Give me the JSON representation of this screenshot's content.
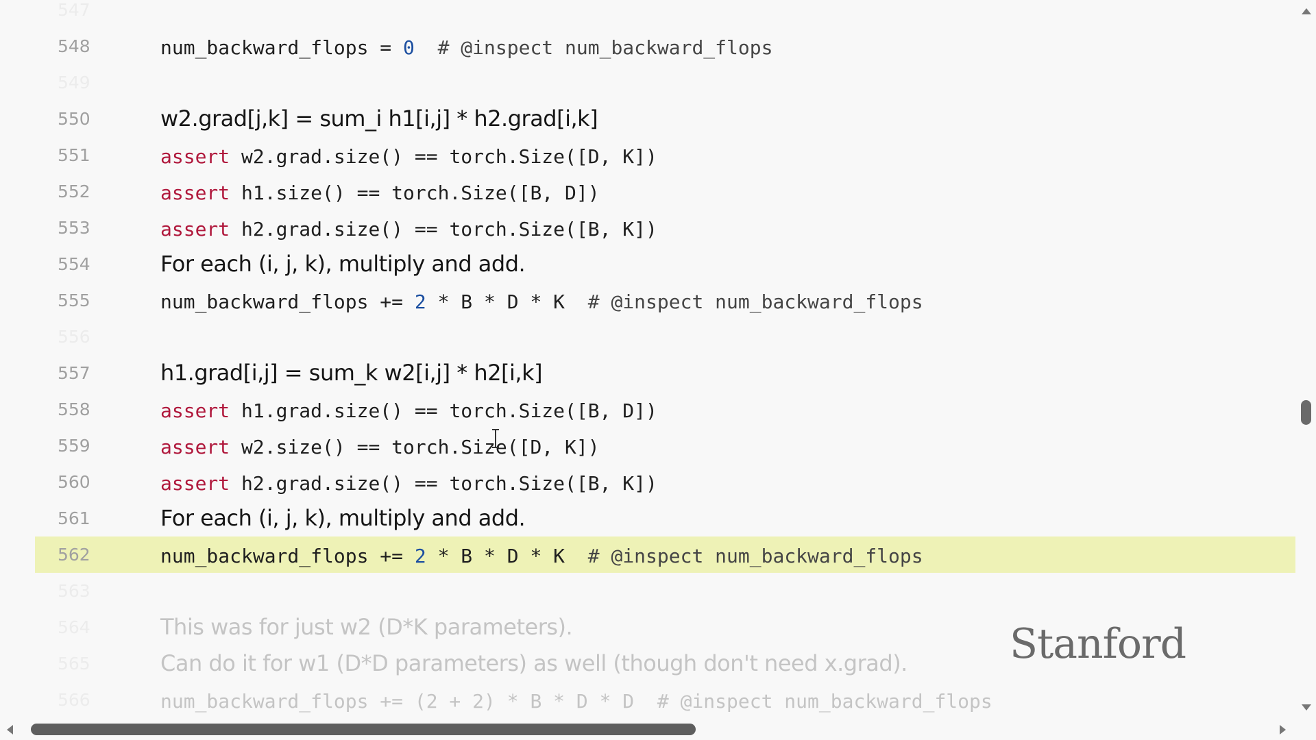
{
  "lines": [
    {
      "n": "547",
      "dim": true,
      "kind": "code",
      "text": ""
    },
    {
      "n": "548",
      "kind": "code",
      "segments": [
        {
          "t": "num_backward_flops = "
        },
        {
          "t": "0",
          "c": "num"
        },
        {
          "t": "  # @inspect num_backward_flops",
          "c": "cmt"
        }
      ]
    },
    {
      "n": "549",
      "dim": true,
      "kind": "code",
      "segments": []
    },
    {
      "n": "550",
      "kind": "prose",
      "segments": [
        {
          "t": "w2.grad[j,k] = sum_i h1[i,j] * h2.grad[i,k]"
        }
      ]
    },
    {
      "n": "551",
      "kind": "code",
      "segments": [
        {
          "t": "assert",
          "c": "kw"
        },
        {
          "t": " w2.grad.size() == torch.Size([D, K])"
        }
      ]
    },
    {
      "n": "552",
      "kind": "code",
      "segments": [
        {
          "t": "assert",
          "c": "kw"
        },
        {
          "t": " h1.size() == torch.Size([B, D])"
        }
      ]
    },
    {
      "n": "553",
      "kind": "code",
      "segments": [
        {
          "t": "assert",
          "c": "kw"
        },
        {
          "t": " h2.grad.size() == torch.Size([B, K])"
        }
      ]
    },
    {
      "n": "554",
      "kind": "prose",
      "segments": [
        {
          "t": "For each (i, j, k), multiply and add."
        }
      ]
    },
    {
      "n": "555",
      "kind": "code",
      "segments": [
        {
          "t": "num_backward_flops += "
        },
        {
          "t": "2",
          "c": "num"
        },
        {
          "t": " * B * D * K"
        },
        {
          "t": "  # @inspect num_backward_flops",
          "c": "cmt"
        }
      ]
    },
    {
      "n": "556",
      "dim": true,
      "kind": "code",
      "segments": []
    },
    {
      "n": "557",
      "kind": "prose",
      "segments": [
        {
          "t": "h1.grad[i,j] = sum_k w2[i,j] * h2[i,k]"
        }
      ]
    },
    {
      "n": "558",
      "kind": "code",
      "segments": [
        {
          "t": "assert",
          "c": "kw"
        },
        {
          "t": " h1.grad.size() == torch.Size([B, D])"
        }
      ]
    },
    {
      "n": "559",
      "kind": "code",
      "segments": [
        {
          "t": "assert",
          "c": "kw"
        },
        {
          "t": " w2.size() == torch.Size([D, K])"
        }
      ]
    },
    {
      "n": "560",
      "kind": "code",
      "segments": [
        {
          "t": "assert",
          "c": "kw"
        },
        {
          "t": " h2.grad.size() == torch.Size([B, K])"
        }
      ]
    },
    {
      "n": "561",
      "kind": "prose",
      "segments": [
        {
          "t": "For each (i, j, k), multiply and add."
        }
      ]
    },
    {
      "n": "562",
      "kind": "code",
      "highlight": true,
      "segments": [
        {
          "t": "num_backward_flops += "
        },
        {
          "t": "2",
          "c": "num"
        },
        {
          "t": " * B * D * K"
        },
        {
          "t": "  # @inspect num_backward_flops",
          "c": "cmt"
        }
      ]
    },
    {
      "n": "563",
      "dim": true,
      "kind": "code",
      "segments": []
    },
    {
      "n": "564",
      "dim": true,
      "faded": true,
      "kind": "prose",
      "segments": [
        {
          "t": "This was for just w2 (D*K parameters)."
        }
      ]
    },
    {
      "n": "565",
      "dim": true,
      "faded": true,
      "kind": "prose",
      "segments": [
        {
          "t": "Can do it for w1 (D*D parameters) as well (though don't need x.grad)."
        }
      ]
    },
    {
      "n": "566",
      "dim": true,
      "faded": true,
      "kind": "code",
      "segments": [
        {
          "t": "num_backward_flops += (2 + 2) * B * D * D  # @inspect num_backward_flops"
        }
      ]
    }
  ],
  "watermark": "Stanford",
  "colors": {
    "keyword": "#b0183c",
    "number": "#1c4fa0",
    "highlight": "#eef2b6",
    "background": "#f8f8f8"
  }
}
